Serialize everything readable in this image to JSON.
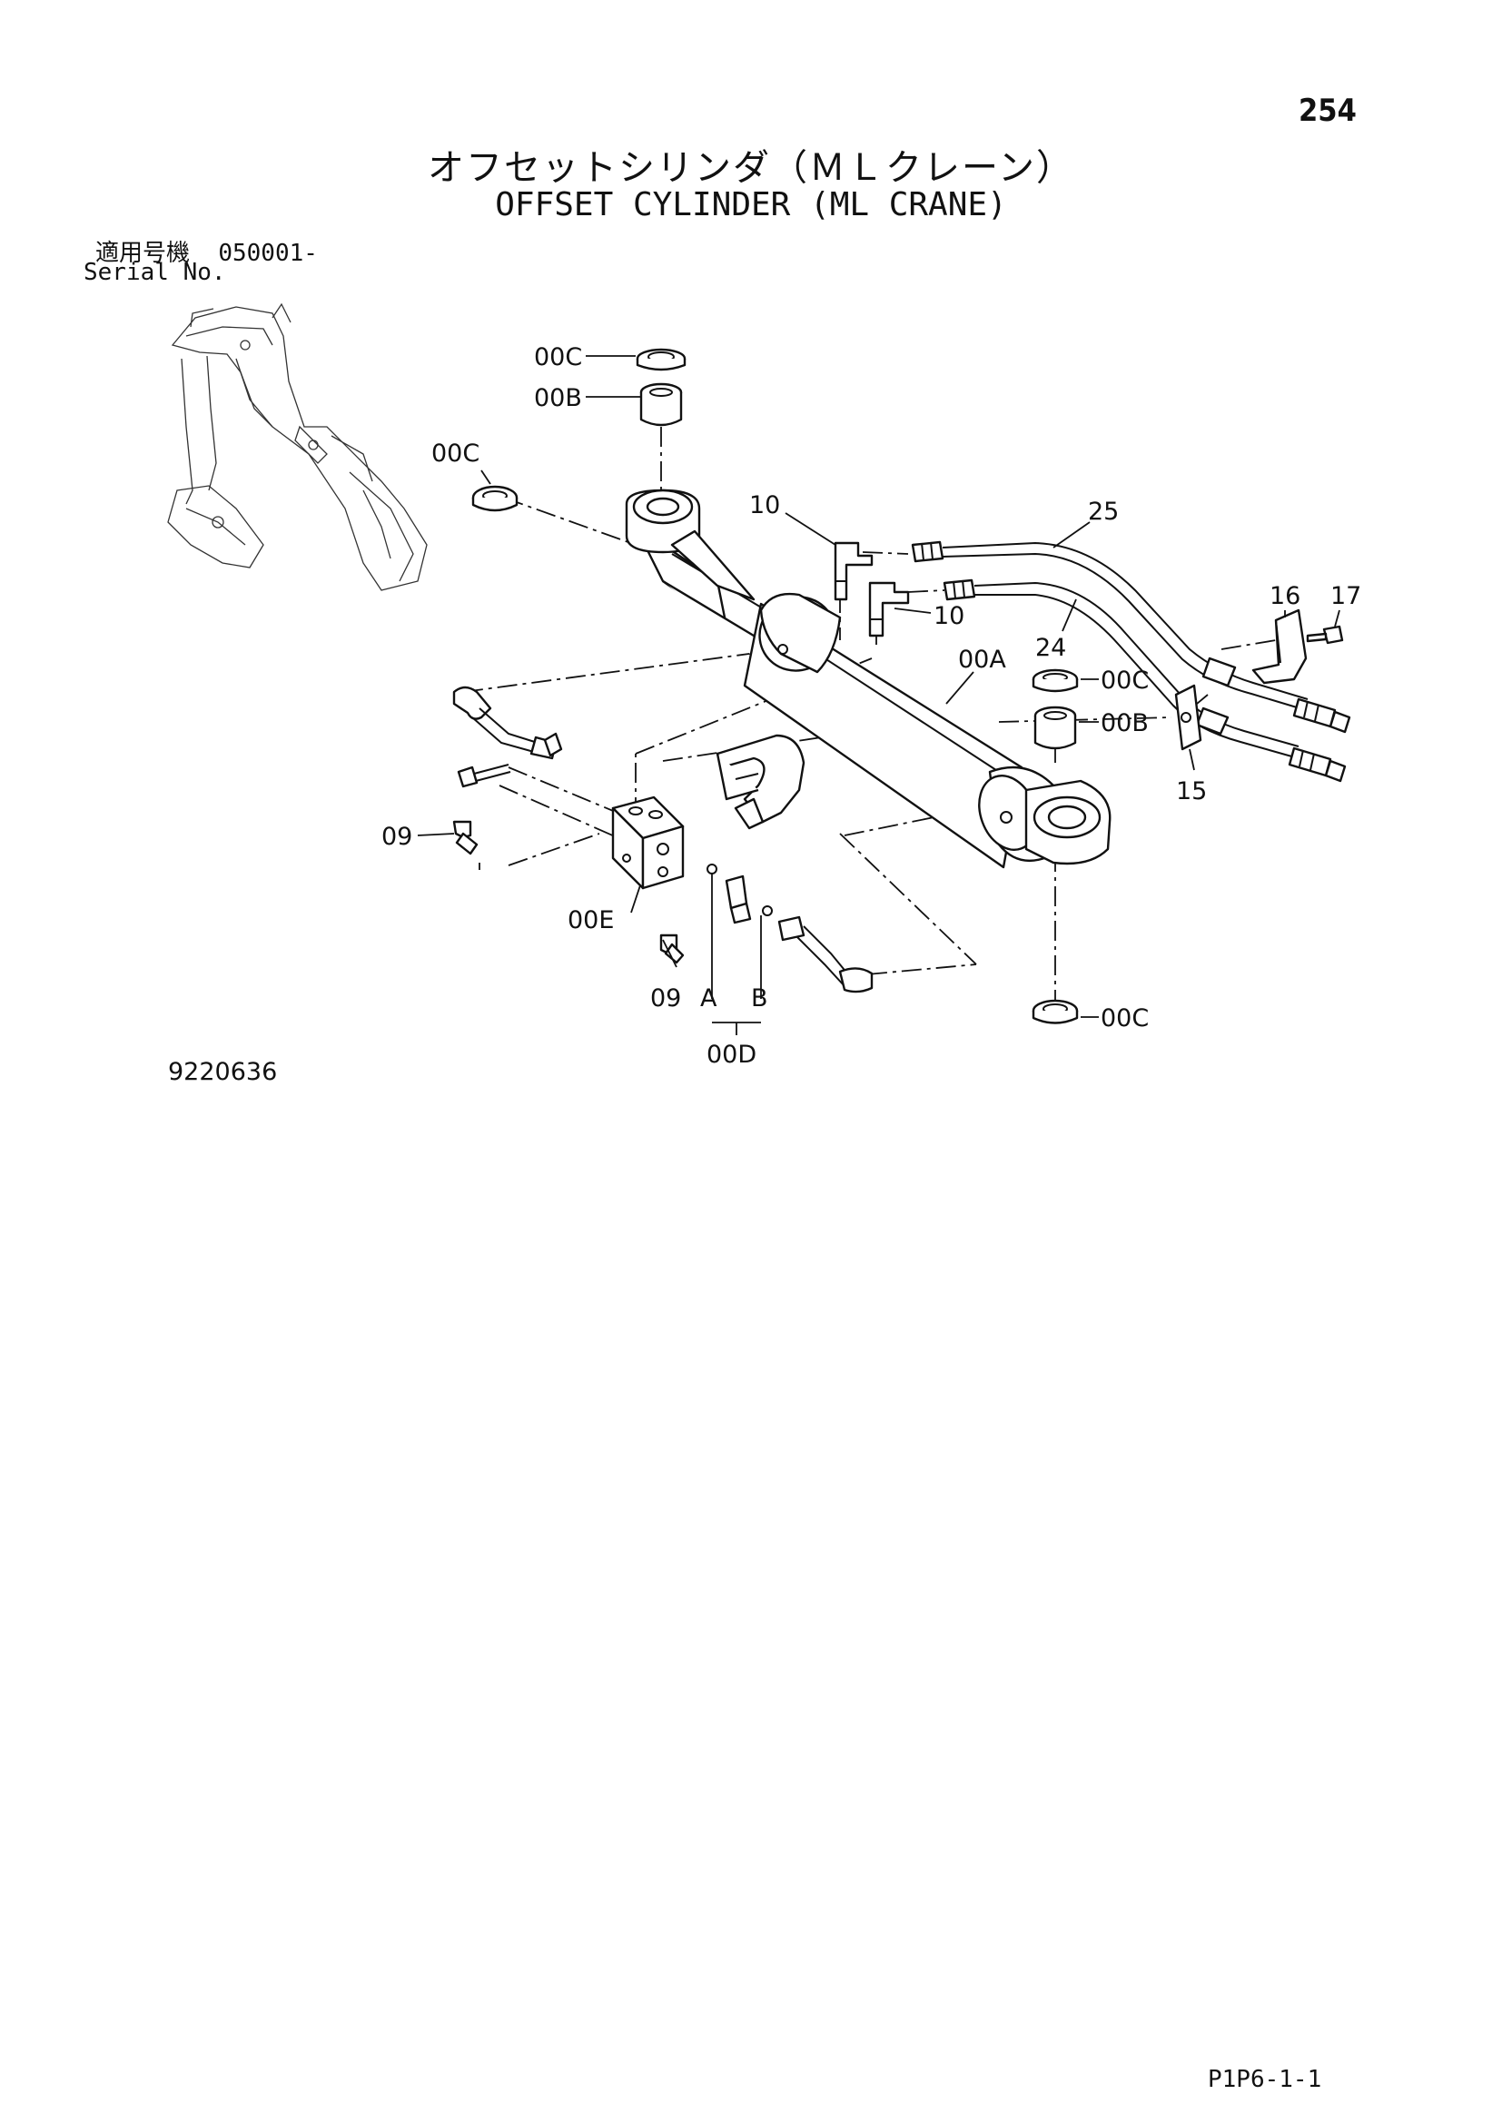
{
  "page_number": "254",
  "title_ja": "オフセットシリンダ（ＭＬクレーン）",
  "title_en": "OFFSET CYLINDER (ML CRANE)",
  "serial_label_ja": "適用号機",
  "serial_value": "050001-",
  "serial_label_en": "Serial No.",
  "figure_code": "9220636",
  "footer_code": "P1P6-1-1",
  "callouts": {
    "c00C_top": "00C",
    "c00B_top": "00B",
    "c00C_left": "00C",
    "c10_top": "10",
    "c25": "25",
    "c10_mid": "10",
    "c24": "24",
    "c16": "16",
    "c17": "17",
    "c00A": "00A",
    "c00C_right": "00C",
    "c00B_right": "00B",
    "c15": "15",
    "c09_left": "09",
    "c00E": "00E",
    "c09_bottom": "09",
    "cA": "A",
    "cB": "B",
    "c00D": "00D",
    "c00C_bottom": "00C"
  }
}
